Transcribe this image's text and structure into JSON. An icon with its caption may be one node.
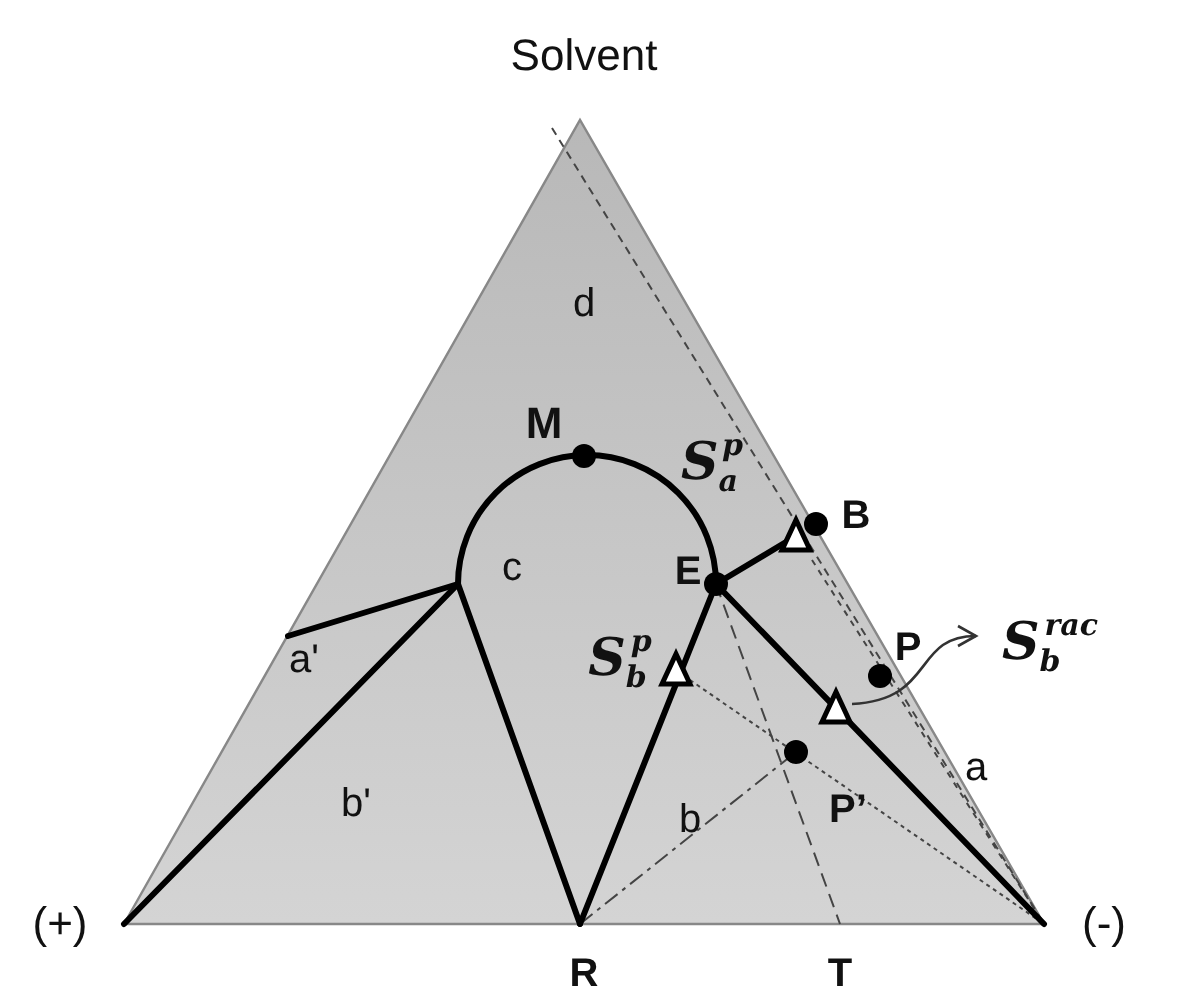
{
  "diagram": {
    "nodes": [
      {
        "text": [
          "S$_{b}$$^{rac}$"
        ]
      },
      {
        "text": [],
        "shape": "triangle"
      },
      {
        "text": [],
        "shape": "triangle"
      },
      {
        "text": [],
        "shape": "triangle"
      }
    ],
    "edges": [
      {
        "from": 1,
        "to": 0,
        "arrow": "to"
      }
    ],
    "labels": [
      "Solvent",
      "d",
      "M",
      "S$_{a}$$^{p}$",
      "B",
      "E",
      "c",
      "a'",
      "P",
      "a",
      "S$_{b}$$^{p}$",
      "b",
      "b'",
      "P’",
      "(+)",
      "R",
      "T",
      "(-)"
    ]
  }
}
